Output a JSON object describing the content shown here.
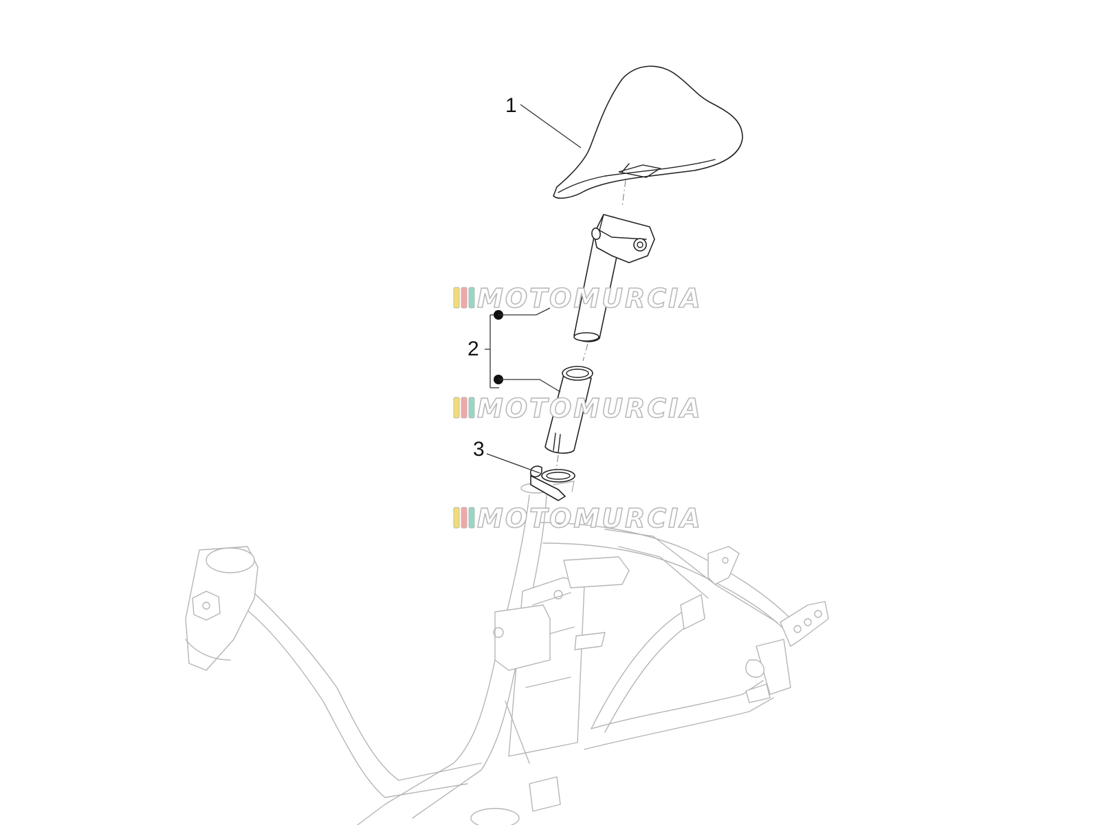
{
  "callouts": [
    {
      "label": "1"
    },
    {
      "label": "2"
    },
    {
      "label": "3"
    }
  ],
  "watermark": {
    "text": "MOTOMURCIA",
    "stripe_colors": [
      "#f3dd72",
      "#f4a6a6",
      "#98d6c4"
    ]
  },
  "colors": {
    "part_stroke": "#222222",
    "frame_stroke": "#b5b5b5",
    "watermark_outline": "#b9b9b9"
  }
}
